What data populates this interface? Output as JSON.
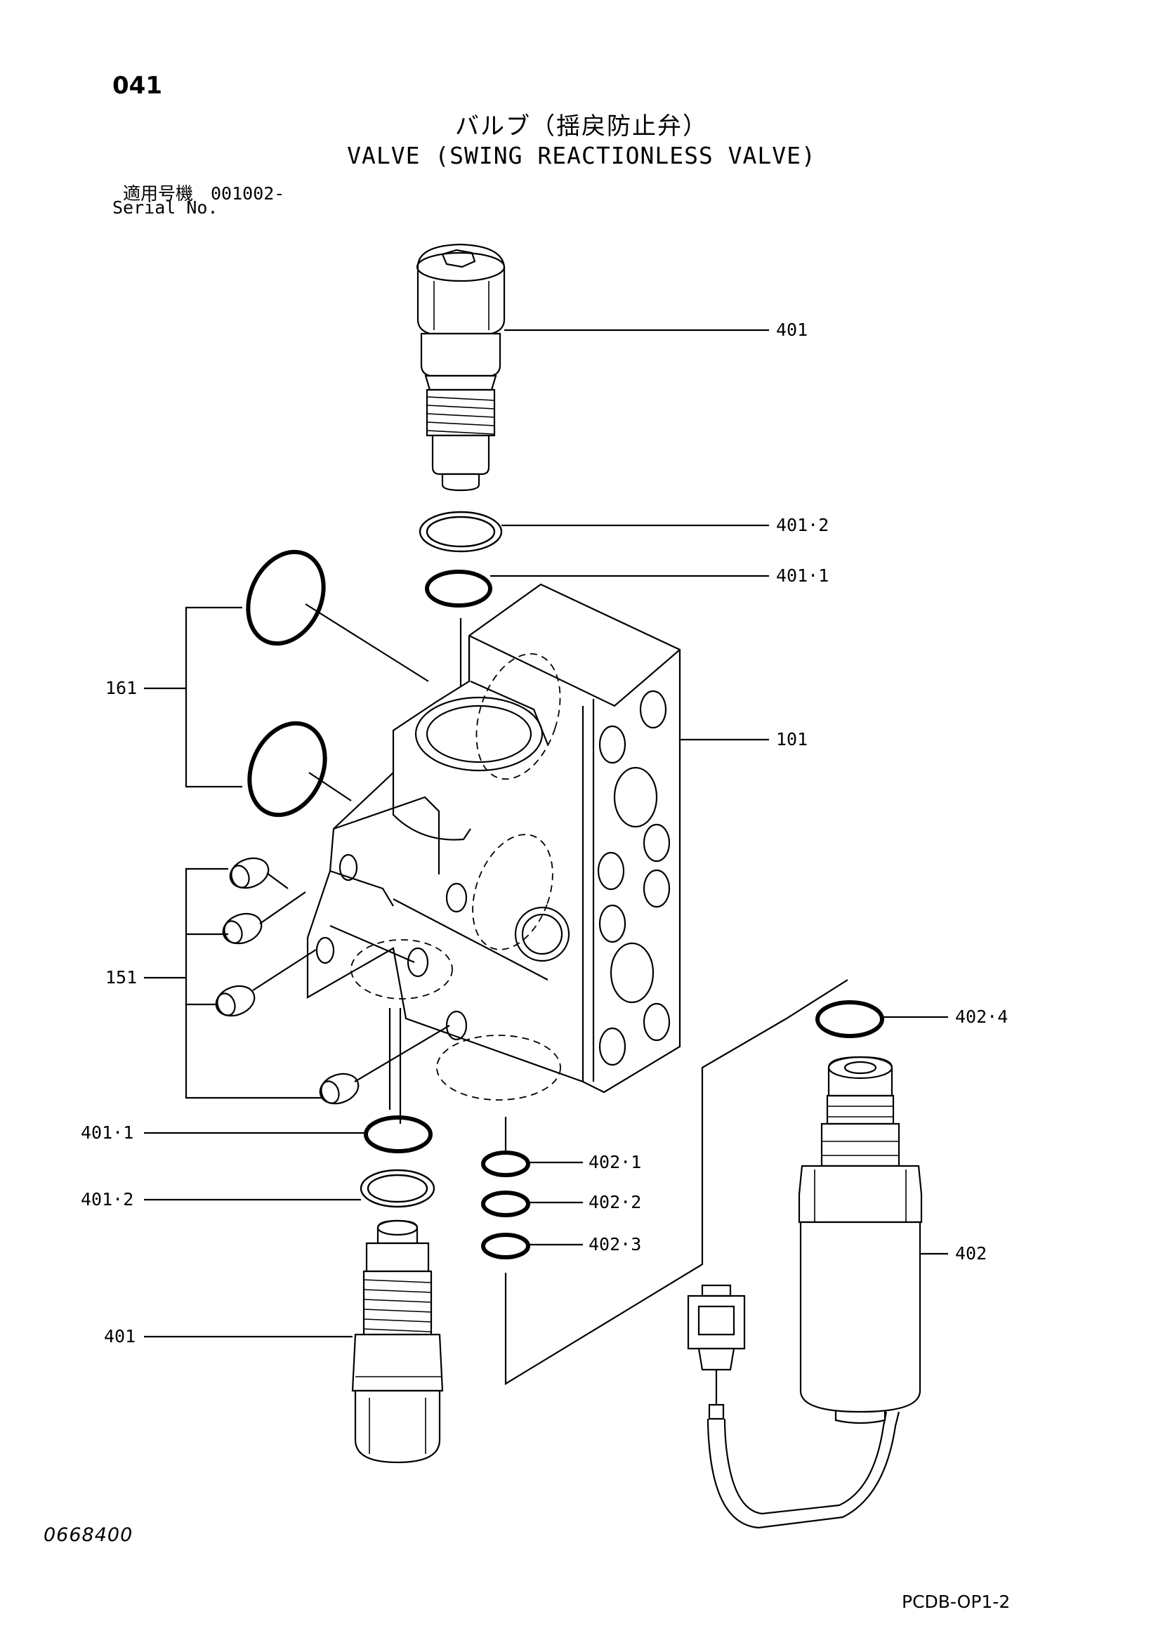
{
  "header": {
    "page_number": "041",
    "title_jp": "バルブ（揺戻防止弁）",
    "title_en": "VALVE (SWING REACTIONLESS VALVE)",
    "serial_label_jp": "適用号機　001002-",
    "serial_label_en": "Serial No."
  },
  "callouts": {
    "c401_top": "401",
    "c401_2_top": "401·2",
    "c401_1_top": "401·1",
    "c161": "161",
    "c101": "101",
    "c151": "151",
    "c402_4": "402·4",
    "c401_1_bottom": "401·1",
    "c402_1": "402·1",
    "c401_2_bottom": "401·2",
    "c402_2": "402·2",
    "c402_3": "402·3",
    "c402": "402",
    "c401_bottom": "401"
  },
  "footer": {
    "doc_number": "0668400",
    "code": "PCDB-OP1-2"
  }
}
